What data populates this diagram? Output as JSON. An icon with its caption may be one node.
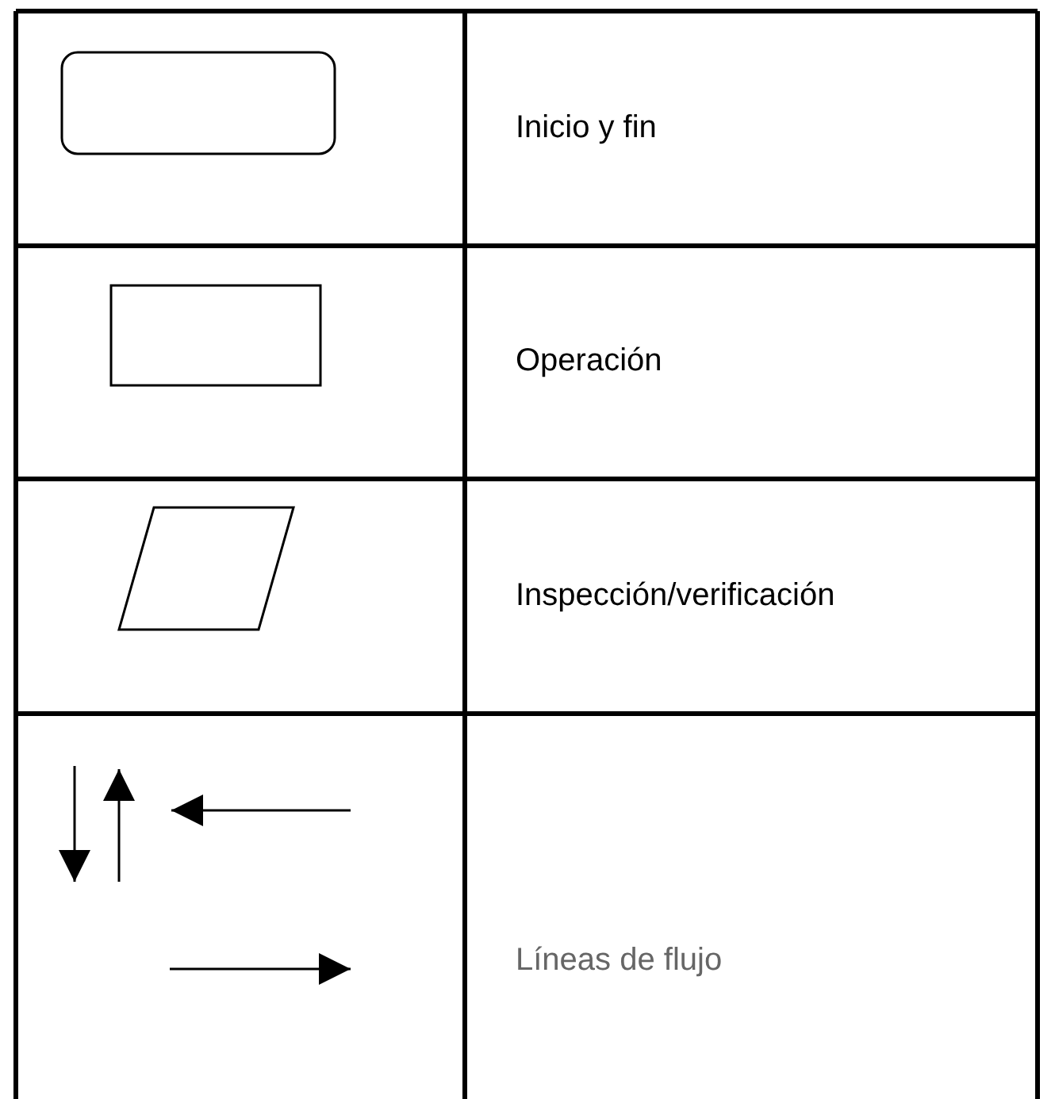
{
  "diagram": {
    "nodes": [
      {
        "text": [],
        "shape": "box"
      },
      {
        "text": [],
        "shape": "box"
      },
      {
        "text": [],
        "shape": "parallelogram"
      }
    ],
    "labels": [
      "Inicio y fin",
      "Operación",
      "Inspección/verificación",
      "Líneas de flujo"
    ]
  }
}
